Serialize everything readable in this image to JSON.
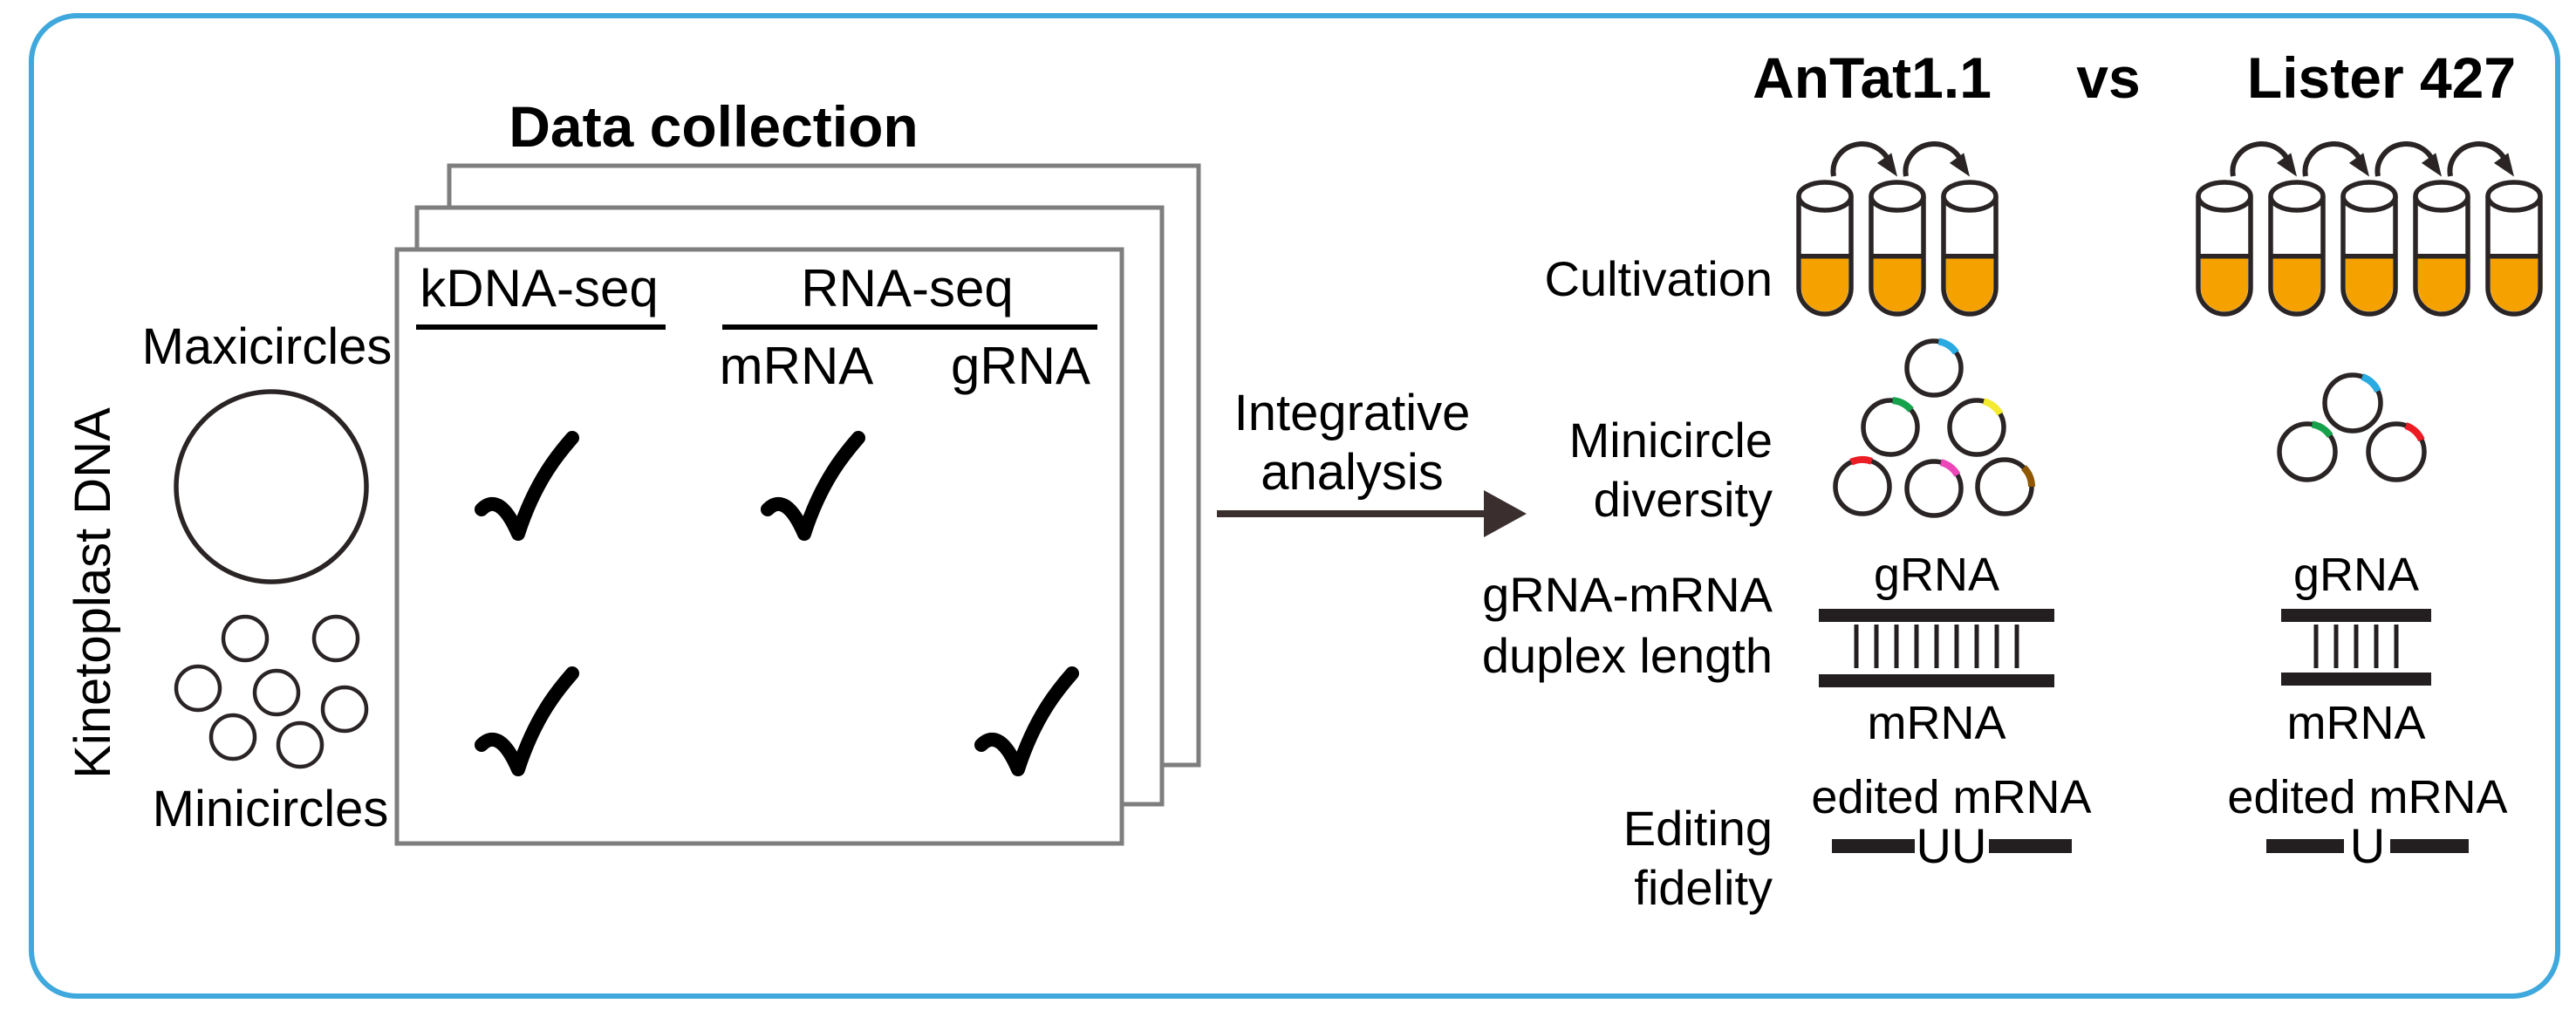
{
  "page": {
    "background": "#FFFFFF",
    "border_color": "#3FA8DC"
  },
  "left_panel": {
    "rotated_label": "Kinetoplast DNA",
    "maxicircles_label": "Maxicircles",
    "minicircles_label": "Minicircles",
    "maxicircle_count": 1,
    "minicircle_count": 7,
    "outline_color": "#2A2425"
  },
  "data_collection": {
    "title": "Data collection",
    "stacked_sheets": 3,
    "columns": [
      "kDNA-seq",
      "RNA-seq"
    ],
    "rna_seq_subcolumns": [
      "mRNA",
      "gRNA"
    ],
    "rows": [
      {
        "aligned_with": "Maxicircles",
        "checks": {
          "kdna_seq": true,
          "mrna": true,
          "grna": false
        }
      },
      {
        "aligned_with": "Minicircles",
        "checks": {
          "kdna_seq": true,
          "mrna": false,
          "grna": true
        }
      }
    ],
    "check_color": "#000000",
    "sheet_border_color": "#7E7E7E"
  },
  "integrative": {
    "line1": "Integrative",
    "line2": "analysis",
    "arrow_color": "#3A2F2E"
  },
  "comparison": {
    "versus": "vs",
    "row_labels": [
      [
        "Cultivation"
      ],
      [
        "Minicircle",
        "diversity"
      ],
      [
        "gRNA-mRNA",
        "duplex length"
      ],
      [
        "Editing",
        "fidelity"
      ]
    ],
    "duplex_top_label": "gRNA",
    "duplex_bottom_label": "mRNA",
    "editing_label": "edited mRNA",
    "tube_fill_color": "#F5A100",
    "outline_color": "#2A2425",
    "strains": [
      {
        "name": "AnTat1.1",
        "cultivation_tubes": 3,
        "passage_arrows": 2,
        "minicircle_colors": [
          "#29ABE2",
          "#15A24A",
          "#F4EB31",
          "#EC1C24",
          "#EC46B8",
          "#8F5700"
        ],
        "duplex_ticks": 9,
        "edited_insert": "UU"
      },
      {
        "name": "Lister 427",
        "cultivation_tubes": 5,
        "passage_arrows": 4,
        "minicircle_colors": [
          "#29ABE2",
          "#15A24A",
          "#EC1C24"
        ],
        "duplex_ticks": 5,
        "edited_insert": "U"
      }
    ]
  }
}
